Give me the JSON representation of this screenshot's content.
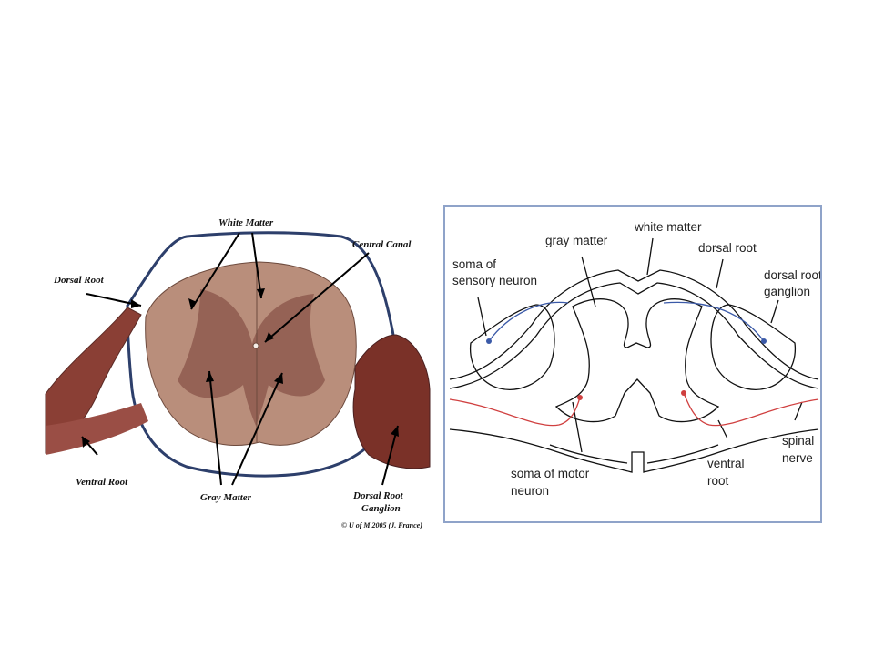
{
  "left_figure": {
    "labels": {
      "white_matter": "White Matter",
      "central_canal": "Central Canal",
      "dorsal_root": "Dorsal Root",
      "ventral_root": "Ventral Root",
      "gray_matter": "Gray Matter",
      "dorsal_root_ganglion_line1": "Dorsal Root",
      "dorsal_root_ganglion_line2": "Ganglion",
      "credit": "© U of M 2005 (J. France)"
    }
  },
  "right_figure": {
    "labels": {
      "white_matter": "white matter",
      "gray_matter": "gray matter",
      "dorsal_root": "dorsal root",
      "soma_sensory_line1": "soma of",
      "soma_sensory_line2": "sensory neuron",
      "drg_line1": "dorsal root",
      "drg_line2": "ganglion",
      "soma_motor_line1": "soma of motor",
      "soma_motor_line2": "neuron",
      "ventral_root_line1": "ventral",
      "ventral_root_line2": "root",
      "spinal_nerve_line1": "spinal",
      "spinal_nerve_line2": "nerve"
    }
  },
  "colors": {
    "frame_border": "#8fa3c9",
    "sensory_neuron": "#3b5aa8",
    "motor_neuron": "#d04040",
    "tissue_white": "#b58b78",
    "tissue_gray": "#8f5a4f",
    "root_tissue": "#7a3a30"
  }
}
